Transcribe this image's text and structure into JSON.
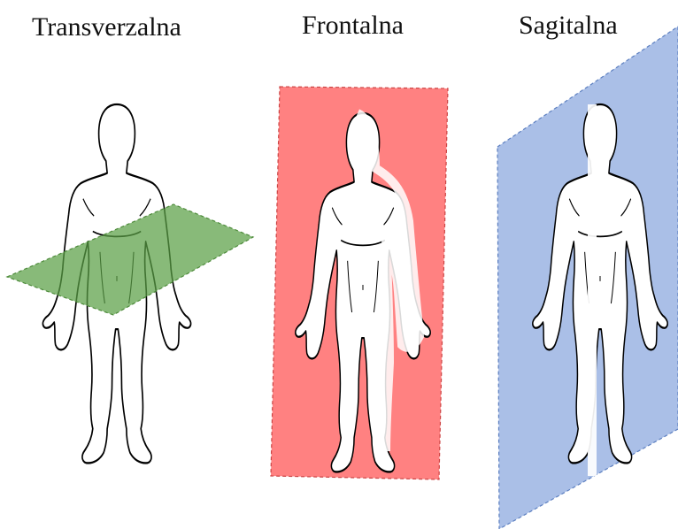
{
  "planes": [
    {
      "label": "Transverzalna",
      "color": "#5aa045",
      "fill_opacity": 0.72
    },
    {
      "label": "Frontalna",
      "color": "#ff6b6b",
      "fill_opacity": 0.85
    },
    {
      "label": "Sagitalna",
      "color": "#8eaadf",
      "fill_opacity": 0.75
    }
  ],
  "figure": {
    "outline_color": "#000000",
    "body_color": "#ffffff"
  }
}
